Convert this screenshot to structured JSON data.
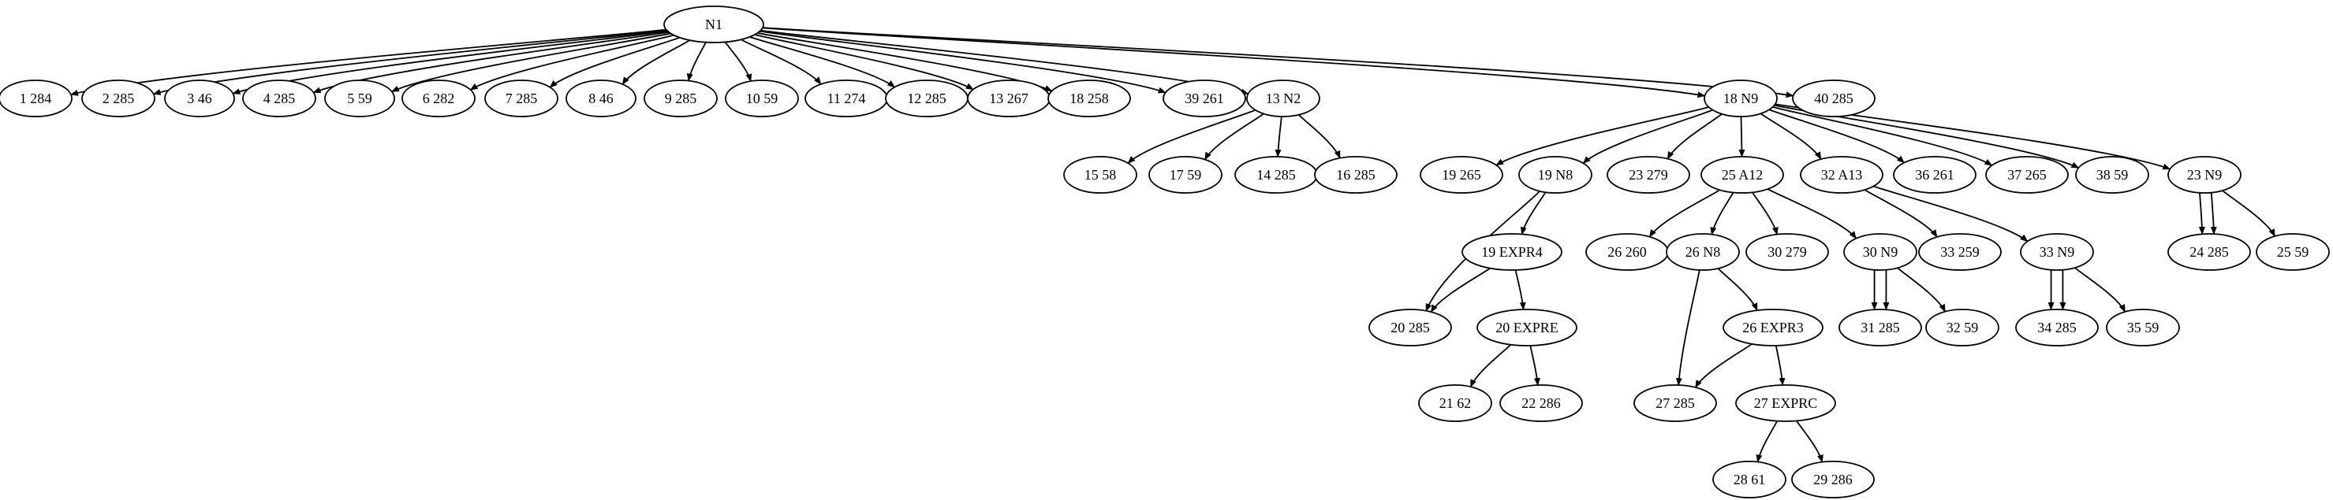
{
  "graph": {
    "nodes": [
      {
        "id": "n_root",
        "label": "N1"
      },
      {
        "id": "n_1_284",
        "label": "1 284"
      },
      {
        "id": "n_2_285",
        "label": "2 285"
      },
      {
        "id": "n_3_46",
        "label": "3 46"
      },
      {
        "id": "n_4_285",
        "label": "4 285"
      },
      {
        "id": "n_5_59",
        "label": "5 59"
      },
      {
        "id": "n_6_282",
        "label": "6 282"
      },
      {
        "id": "n_7_285",
        "label": "7 285"
      },
      {
        "id": "n_8_46",
        "label": "8 46"
      },
      {
        "id": "n_9_285",
        "label": "9 285"
      },
      {
        "id": "n_10_59",
        "label": "10 59"
      },
      {
        "id": "n_11_274",
        "label": "11 274"
      },
      {
        "id": "n_12_285",
        "label": "12 285"
      },
      {
        "id": "n_13_267",
        "label": "13 267"
      },
      {
        "id": "n_18_258",
        "label": "18 258"
      },
      {
        "id": "n_39_261",
        "label": "39 261"
      },
      {
        "id": "n_13_N2",
        "label": "13 N2"
      },
      {
        "id": "n_18_N9",
        "label": "18 N9"
      },
      {
        "id": "n_40_285",
        "label": "40 285"
      },
      {
        "id": "n_15_58",
        "label": "15 58"
      },
      {
        "id": "n_17_59",
        "label": "17 59"
      },
      {
        "id": "n_14_285",
        "label": "14 285"
      },
      {
        "id": "n_16_285",
        "label": "16 285"
      },
      {
        "id": "n_19_265",
        "label": "19 265"
      },
      {
        "id": "n_19_N8",
        "label": "19 N8"
      },
      {
        "id": "n_23_279",
        "label": "23 279"
      },
      {
        "id": "n_25_A12",
        "label": "25 A12"
      },
      {
        "id": "n_32_A13",
        "label": "32 A13"
      },
      {
        "id": "n_36_261",
        "label": "36 261"
      },
      {
        "id": "n_37_265",
        "label": "37 265"
      },
      {
        "id": "n_38_59",
        "label": "38 59"
      },
      {
        "id": "n_23_N9",
        "label": "23 N9"
      },
      {
        "id": "n_19_EXPR4",
        "label": "19 EXPR4"
      },
      {
        "id": "n_20_285",
        "label": "20 285"
      },
      {
        "id": "n_20_EXPRE",
        "label": "20 EXPRE"
      },
      {
        "id": "n_21_62",
        "label": "21 62"
      },
      {
        "id": "n_22_286",
        "label": "22 286"
      },
      {
        "id": "n_26_260",
        "label": "26 260"
      },
      {
        "id": "n_26_N8",
        "label": "26 N8"
      },
      {
        "id": "n_30_279",
        "label": "30 279"
      },
      {
        "id": "n_30_N9",
        "label": "30 N9"
      },
      {
        "id": "n_26_EXPR3",
        "label": "26 EXPR3"
      },
      {
        "id": "n_27_285",
        "label": "27 285"
      },
      {
        "id": "n_27_EXPRC",
        "label": "27 EXPRC"
      },
      {
        "id": "n_28_61",
        "label": "28 61"
      },
      {
        "id": "n_29_286",
        "label": "29 286"
      },
      {
        "id": "n_31_285",
        "label": "31 285"
      },
      {
        "id": "n_32_59",
        "label": "32 59"
      },
      {
        "id": "n_33_259",
        "label": "33 259"
      },
      {
        "id": "n_33_N9",
        "label": "33 N9"
      },
      {
        "id": "n_34_285",
        "label": "34 285"
      },
      {
        "id": "n_35_59",
        "label": "35 59"
      },
      {
        "id": "n_24_285",
        "label": "24 285"
      },
      {
        "id": "n_25_59",
        "label": "25 59"
      }
    ],
    "edges": [
      {
        "from": "n_root",
        "to": "n_1_284"
      },
      {
        "from": "n_root",
        "to": "n_2_285"
      },
      {
        "from": "n_root",
        "to": "n_3_46"
      },
      {
        "from": "n_root",
        "to": "n_4_285"
      },
      {
        "from": "n_root",
        "to": "n_5_59"
      },
      {
        "from": "n_root",
        "to": "n_6_282"
      },
      {
        "from": "n_root",
        "to": "n_7_285"
      },
      {
        "from": "n_root",
        "to": "n_8_46"
      },
      {
        "from": "n_root",
        "to": "n_9_285"
      },
      {
        "from": "n_root",
        "to": "n_10_59"
      },
      {
        "from": "n_root",
        "to": "n_11_274"
      },
      {
        "from": "n_root",
        "to": "n_12_285"
      },
      {
        "from": "n_root",
        "to": "n_13_267"
      },
      {
        "from": "n_root",
        "to": "n_18_258"
      },
      {
        "from": "n_root",
        "to": "n_39_261"
      },
      {
        "from": "n_root",
        "to": "n_13_N2"
      },
      {
        "from": "n_root",
        "to": "n_18_N9"
      },
      {
        "from": "n_root",
        "to": "n_40_285"
      },
      {
        "from": "n_13_N2",
        "to": "n_15_58"
      },
      {
        "from": "n_13_N2",
        "to": "n_17_59"
      },
      {
        "from": "n_13_N2",
        "to": "n_14_285"
      },
      {
        "from": "n_13_N2",
        "to": "n_16_285"
      },
      {
        "from": "n_18_N9",
        "to": "n_19_265"
      },
      {
        "from": "n_18_N9",
        "to": "n_19_N8"
      },
      {
        "from": "n_18_N9",
        "to": "n_23_279"
      },
      {
        "from": "n_18_N9",
        "to": "n_25_A12"
      },
      {
        "from": "n_18_N9",
        "to": "n_32_A13"
      },
      {
        "from": "n_18_N9",
        "to": "n_36_261"
      },
      {
        "from": "n_18_N9",
        "to": "n_37_265"
      },
      {
        "from": "n_18_N9",
        "to": "n_38_59"
      },
      {
        "from": "n_18_N9",
        "to": "n_23_N9"
      },
      {
        "from": "n_19_N8",
        "to": "n_19_EXPR4"
      },
      {
        "from": "n_19_N8",
        "to": "n_20_285"
      },
      {
        "from": "n_19_EXPR4",
        "to": "n_20_285"
      },
      {
        "from": "n_19_EXPR4",
        "to": "n_20_EXPRE"
      },
      {
        "from": "n_20_EXPRE",
        "to": "n_21_62"
      },
      {
        "from": "n_20_EXPRE",
        "to": "n_22_286"
      },
      {
        "from": "n_25_A12",
        "to": "n_26_260"
      },
      {
        "from": "n_25_A12",
        "to": "n_26_N8"
      },
      {
        "from": "n_25_A12",
        "to": "n_30_279"
      },
      {
        "from": "n_25_A12",
        "to": "n_30_N9"
      },
      {
        "from": "n_26_N8",
        "to": "n_26_EXPR3"
      },
      {
        "from": "n_26_N8",
        "to": "n_27_285"
      },
      {
        "from": "n_26_EXPR3",
        "to": "n_27_285"
      },
      {
        "from": "n_26_EXPR3",
        "to": "n_27_EXPRC"
      },
      {
        "from": "n_27_EXPRC",
        "to": "n_28_61"
      },
      {
        "from": "n_27_EXPRC",
        "to": "n_29_286"
      },
      {
        "from": "n_30_N9",
        "to": "n_31_285"
      },
      {
        "from": "n_30_N9",
        "to": "n_31_285"
      },
      {
        "from": "n_30_N9",
        "to": "n_32_59"
      },
      {
        "from": "n_32_A13",
        "to": "n_33_259"
      },
      {
        "from": "n_32_A13",
        "to": "n_33_N9"
      },
      {
        "from": "n_33_N9",
        "to": "n_34_285"
      },
      {
        "from": "n_33_N9",
        "to": "n_34_285"
      },
      {
        "from": "n_33_N9",
        "to": "n_35_59"
      },
      {
        "from": "n_23_N9",
        "to": "n_24_285"
      },
      {
        "from": "n_23_N9",
        "to": "n_24_285"
      },
      {
        "from": "n_23_N9",
        "to": "n_25_59"
      }
    ]
  }
}
